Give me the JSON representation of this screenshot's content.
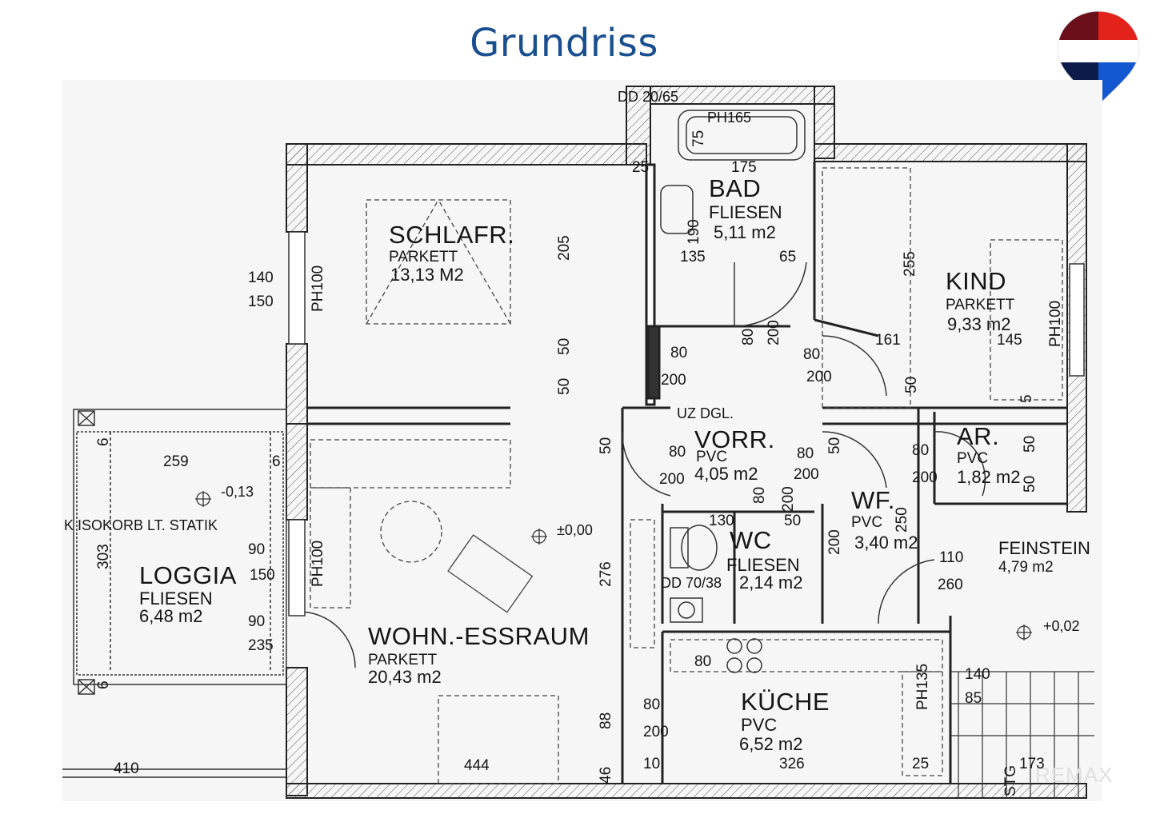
{
  "page": {
    "title": "Grundriss"
  },
  "brand": {
    "primary_red": "#e3221c",
    "primary_blue": "#1357d0",
    "dark_navy": "#0d1b4a",
    "title_color": "#1a4f8f"
  },
  "rooms": {
    "schlafzimmer": {
      "name": "SCHLAFR.",
      "floor": "PARKETT",
      "area": "13,13 M2"
    },
    "bad": {
      "name": "BAD",
      "floor": "FLIESEN",
      "area": "5,11 m2"
    },
    "kind": {
      "name": "KIND",
      "floor": "PARKETT",
      "area": "9,33 m2"
    },
    "vorraum": {
      "name": "VORR.",
      "floor": "PVC",
      "area": "4,05 m2"
    },
    "abstellraum": {
      "name": "AR.",
      "floor": "PVC",
      "area": "1,82 m2"
    },
    "wf": {
      "name": "WF.",
      "floor": "PVC",
      "area": "3,40 m2"
    },
    "wc": {
      "name": "WC",
      "floor": "FLIESEN",
      "area": "2,14 m2"
    },
    "loggia": {
      "name": "LOGGIA",
      "floor": "FLIESEN",
      "area": "6,48 m2"
    },
    "wohnen": {
      "name": "WOHN.-ESSRAUM",
      "floor": "PARKETT",
      "area": "20,43 m2"
    },
    "kueche": {
      "name": "KÜCHE",
      "floor": "PVC",
      "area": "6,52 m2"
    },
    "feinstein": {
      "name": "FEINSTEIN",
      "area": "4,79 m2"
    }
  },
  "notes": {
    "dd_top": "DD 20/65",
    "ph165": "PH165",
    "uz_dgl": "UZ DGL.",
    "isokorb": "K ISOKORB LT. STATIK",
    "level_zero": "±0,00",
    "level_loggia": "-0,13",
    "level_stair": "+0,02",
    "dd_wc": "DD 70/38",
    "ph100_a": "PH100",
    "ph100_b": "PH100",
    "ph100_c": "PH100",
    "ph135": "PH135",
    "stg": "STG",
    "watermark": "REMAX"
  },
  "dims": {
    "d75": "75",
    "d175": "175",
    "d25a": "25",
    "d190": "190",
    "d135": "135",
    "d65": "65",
    "d205": "205",
    "d140a": "140",
    "d150a": "150",
    "d255": "255",
    "d161": "161",
    "d145": "145",
    "d80a": "80",
    "d200a": "200",
    "d80b": "80",
    "d200b": "200",
    "d80c": "80",
    "d200c": "200",
    "d50a": "50",
    "d50b": "50",
    "d50c": "50",
    "d5": "5",
    "d80d": "80",
    "d200d": "200",
    "d80e": "80",
    "d200e": "200",
    "d80f": "80",
    "d200f": "200",
    "d50d": "50",
    "d50e": "50",
    "d50f": "50",
    "d50g": "50",
    "d250": "250",
    "d80g": "80",
    "d200g": "200",
    "d130": "130",
    "d50h": "50",
    "d200h": "200",
    "d110": "110",
    "d260": "260",
    "d259": "259",
    "d6a": "6",
    "d6b": "6",
    "d6c": "6",
    "d303": "303",
    "d90a": "90",
    "d150b": "150",
    "d90b": "90",
    "d235": "235",
    "d276": "276",
    "d80h": "80",
    "d80i": "80",
    "d200i": "200",
    "d88": "88",
    "d10": "10",
    "d46": "46",
    "d326": "326",
    "d25b": "25",
    "d140b": "140",
    "d85": "85",
    "d173": "173",
    "d410": "410",
    "d444": "444"
  }
}
